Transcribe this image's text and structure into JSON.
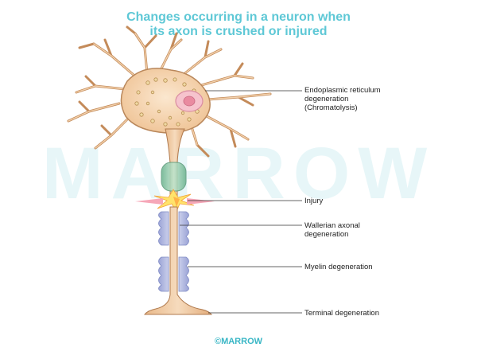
{
  "title": {
    "line1": "Changes occurring in a neuron when",
    "line2": "its axon is crushed or injured"
  },
  "watermark": "MARROW",
  "labels": {
    "er_line1": "Endoplasmic reticulum",
    "er_line2": "degeneration",
    "er_line3": "(Chromatolysis)",
    "injury": "Injury",
    "wallerian_line1": "Wallerian axonal",
    "wallerian_line2": "degeneration",
    "myelin": "Myelin degeneration",
    "terminal": "Terminal degeneration"
  },
  "copyright": "©MARROW",
  "colors": {
    "title": "#5ec8d6",
    "cell_body": "#f4d3ad",
    "cell_outline": "#b07a4e",
    "nucleus": "#f3bcc8",
    "myelin_green": "#9fcfb0",
    "myelin_degenerating": "#c7ccec",
    "injury_flash": "#ffe36b"
  }
}
